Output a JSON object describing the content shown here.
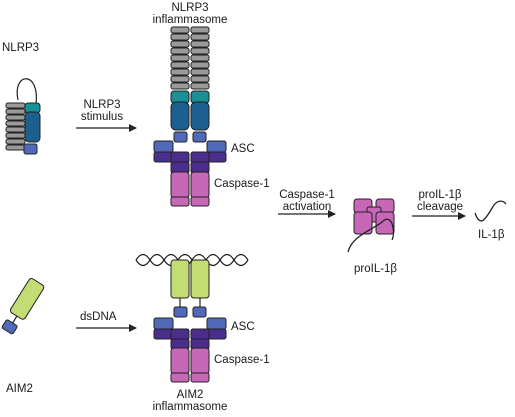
{
  "nlrp3_label": "NLRP3",
  "nlrp3_inflammasome": {
    "line1": "NLRP3",
    "line2": "inflammasome"
  },
  "nlrp3_stimulus": {
    "line1": "NLRP3",
    "line2": "stimulus"
  },
  "asc_top": "ASC",
  "caspase1_top": "Caspase-1",
  "caspase1_activation": {
    "line1": "Caspase-1",
    "line2": "activation"
  },
  "proil1b_cleavage": {
    "line1": "proIL-1β",
    "line2": "cleavage"
  },
  "proil1b": "proIL-1β",
  "il1b": "IL-1β",
  "dsdna": "dsDNA",
  "asc_bottom": "ASC",
  "caspase1_bottom": "Caspase-1",
  "aim2_label": "AIM2",
  "aim2_inflammasome": {
    "line1": "AIM2",
    "line2": "inflammasome"
  },
  "colors": {
    "nacht_gray": "#9a9a9a",
    "teal": "#1a8f96",
    "blue_dark": "#1d5f8f",
    "asc_blue": "#5069b8",
    "purple_dark": "#4b2d8c",
    "caspase_pink": "#c667b8",
    "aim2_green": "#c3dc73",
    "outline": "#222222"
  }
}
